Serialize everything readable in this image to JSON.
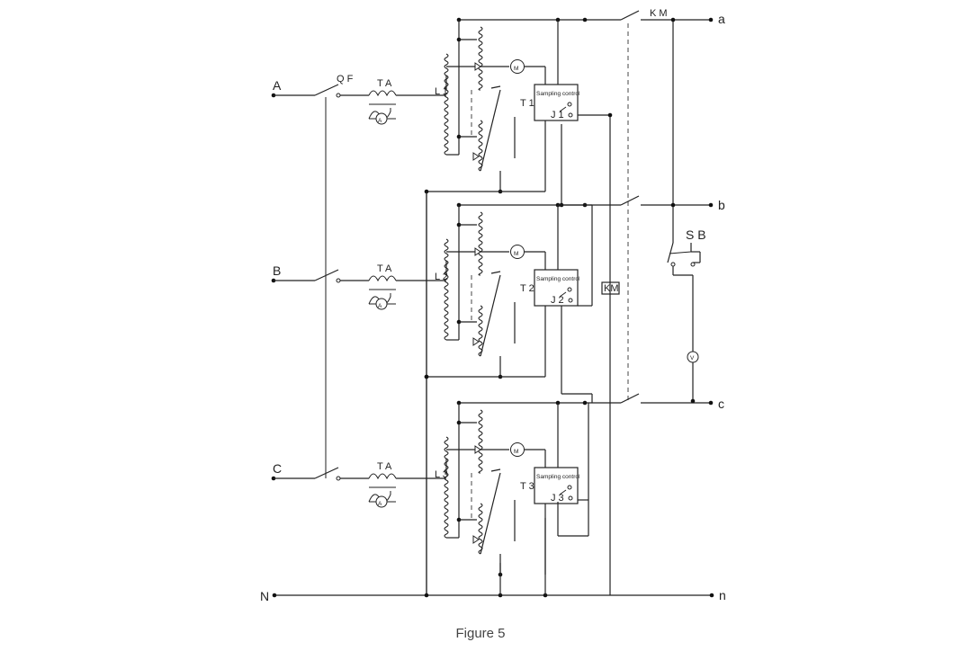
{
  "caption": "Figure 5",
  "labels": {
    "phase_a_in": "A",
    "phase_b_in": "B",
    "phase_c_in": "C",
    "neutral_in": "N",
    "out_a": "a",
    "out_b": "b",
    "out_c": "c",
    "out_n": "n",
    "breaker": "Q F",
    "contactor_top": "K M",
    "contactor_coil": "KM",
    "button": "S B",
    "voltmeter": "V",
    "motor": "M",
    "ammeter": "A",
    "current_transformer": "T A"
  },
  "units": [
    {
      "id": "1",
      "transformer": "T 1",
      "coil": "L 1",
      "relay": "J 1",
      "control": "Sampling control"
    },
    {
      "id": "2",
      "transformer": "T 2",
      "coil": "L 2",
      "relay": "J 2",
      "control": "Sampling control"
    },
    {
      "id": "3",
      "transformer": "T 3",
      "coil": "L 3",
      "relay": "J 3",
      "control": "Sampling control"
    }
  ]
}
